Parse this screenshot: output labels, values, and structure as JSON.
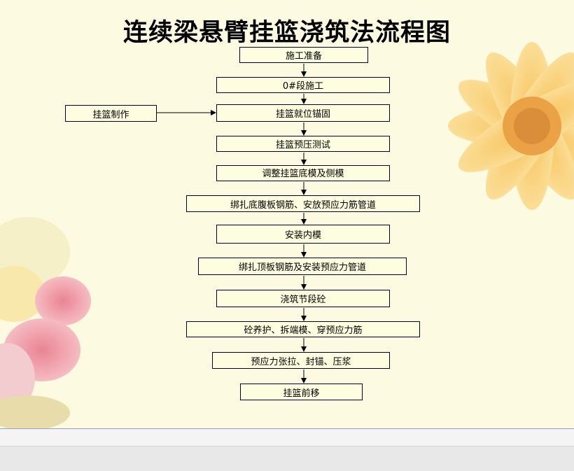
{
  "title": "连续梁悬臂挂篮浇筑法流程图",
  "steps": [
    "施工准备",
    "0#段施工",
    "挂篮就位锚固",
    "挂篮预压测试",
    "调整挂篮底模及侧模",
    "绑扎底腹板钢筋、安放预应力筋管道",
    "安装内模",
    "绑扎顶板钢筋及安装预应力管道",
    "浇筑节段砼",
    "砼养护、拆端模、穿预应力筋",
    "预应力张拉、封锚、压浆",
    "挂篮前移"
  ],
  "side_step": "挂篮制作"
}
